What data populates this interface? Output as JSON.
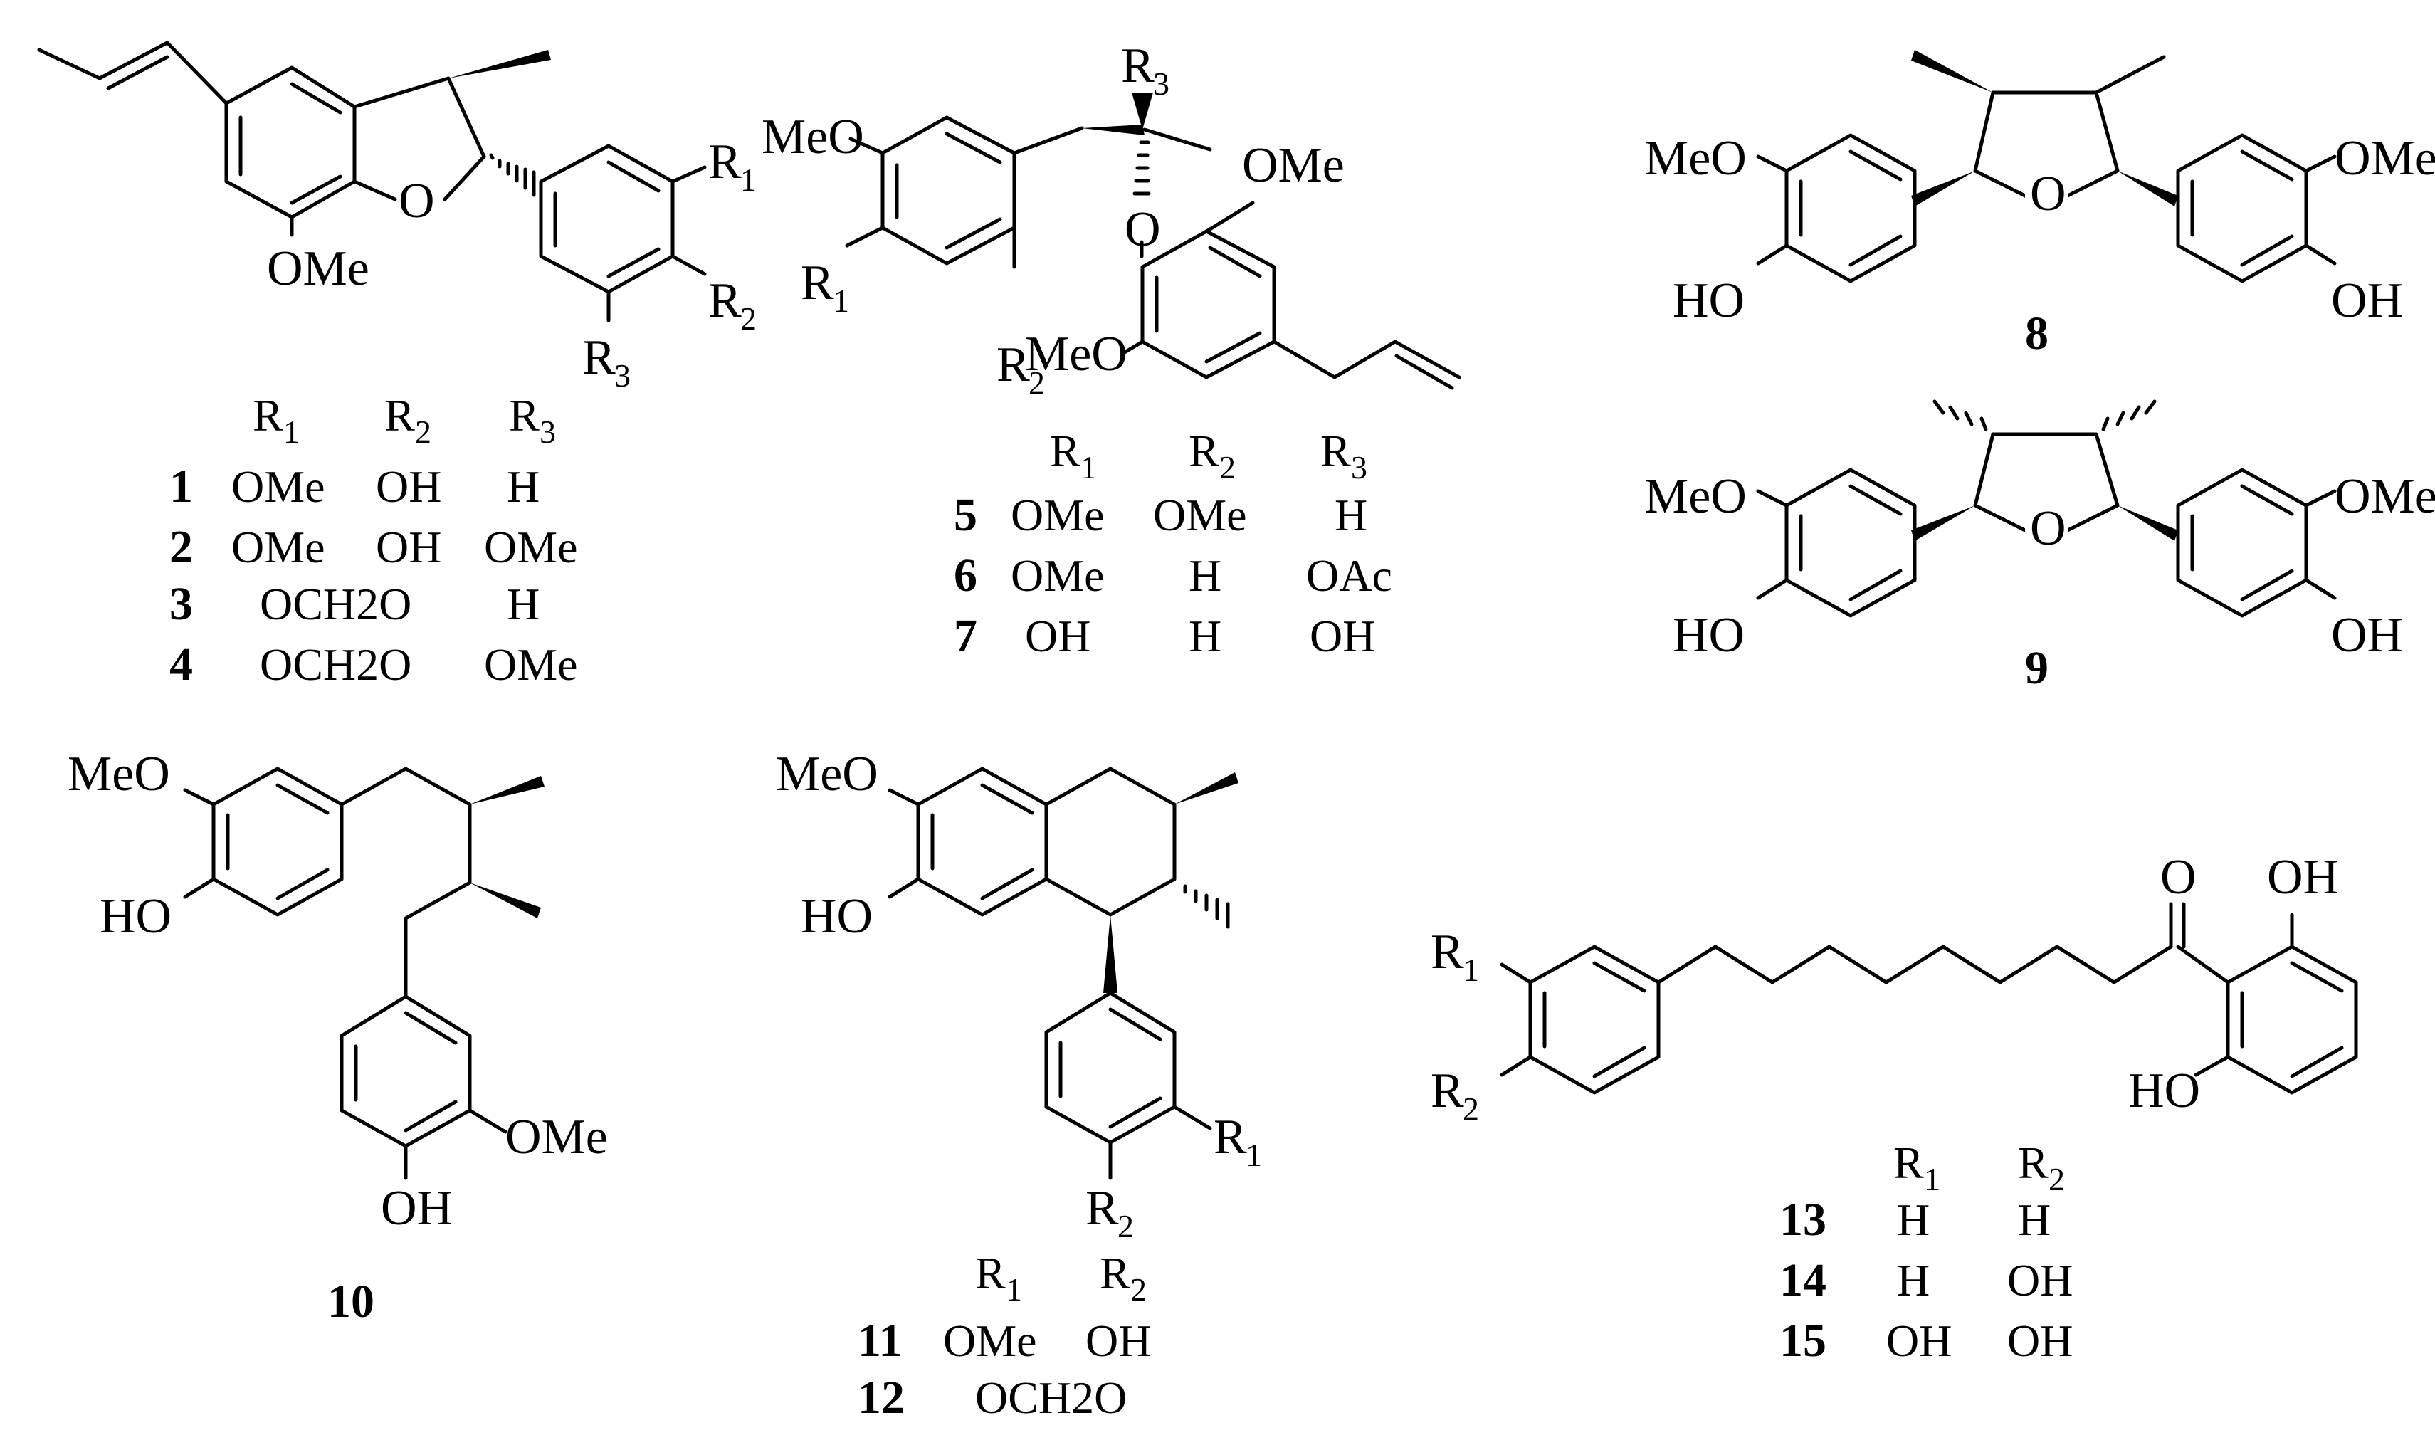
{
  "tables": {
    "t1": {
      "headers": [
        [
          "R",
          "1"
        ],
        [
          "R",
          "2"
        ],
        [
          "R",
          "3"
        ]
      ],
      "rows": [
        {
          "num": "1",
          "cells": [
            "OMe",
            "OH",
            "H"
          ]
        },
        {
          "num": "2",
          "cells": [
            "OMe",
            "OH",
            "OMe"
          ]
        },
        {
          "num": "3",
          "cells": [
            "OCH2O",
            "H"
          ]
        },
        {
          "num": "4",
          "cells": [
            "OCH2O",
            "OMe"
          ]
        }
      ]
    },
    "t2": {
      "headers": [
        [
          "R",
          "1"
        ],
        [
          "R",
          "2"
        ],
        [
          "R",
          "3"
        ]
      ],
      "rows": [
        {
          "num": "5",
          "cells": [
            "OMe",
            "OMe",
            "H"
          ]
        },
        {
          "num": "6",
          "cells": [
            "OMe",
            "H",
            "OAc"
          ]
        },
        {
          "num": "7",
          "cells": [
            "OH",
            "H",
            "OH"
          ]
        }
      ]
    },
    "t3": {
      "headers": [
        [
          "R",
          "1"
        ],
        [
          "R",
          "2"
        ]
      ],
      "rows": [
        {
          "num": "11",
          "cells": [
            "OMe",
            "OH"
          ]
        },
        {
          "num": "12",
          "cells": [
            "OCH2O"
          ]
        }
      ]
    },
    "t4": {
      "headers": [
        [
          "R",
          "1"
        ],
        [
          "R",
          "2"
        ]
      ],
      "rows": [
        {
          "num": "13",
          "cells": [
            "H",
            "H"
          ]
        },
        {
          "num": "14",
          "cells": [
            "H",
            "OH"
          ]
        },
        {
          "num": "15",
          "cells": [
            "OH",
            "OH"
          ]
        }
      ]
    }
  },
  "compounds": {
    "c8": "8",
    "c9": "9",
    "c10": "10"
  },
  "atoms": {
    "s1": {
      "o_ring": "O",
      "ome": "OMe",
      "r1": [
        "R",
        "1"
      ],
      "r2": [
        "R",
        "2"
      ],
      "r3": [
        "R",
        "3"
      ]
    },
    "s5": {
      "meo_top": "MeO",
      "r1": [
        "R",
        "1"
      ],
      "r2": [
        "R",
        "2"
      ],
      "r3": [
        "R",
        "3"
      ],
      "o_ether": "O",
      "ome_right": "OMe",
      "meo_bottom": "MeO"
    },
    "s8": {
      "meo": "MeO",
      "ho": "HO",
      "o": "O",
      "ome": "OMe",
      "oh": "OH"
    },
    "s9": {
      "meo": "MeO",
      "ho": "HO",
      "o": "O",
      "ome": "OMe",
      "oh": "OH"
    },
    "s10": {
      "meo": "MeO",
      "ho": "HO",
      "ome": "OMe",
      "oh": "OH"
    },
    "s11": {
      "meo": "MeO",
      "ho": "HO",
      "r1": [
        "R",
        "1"
      ],
      "r2": [
        "R",
        "2"
      ]
    },
    "s13": {
      "r1": [
        "R",
        "1"
      ],
      "r2": [
        "R",
        "2"
      ],
      "o": "O",
      "oh_top": "OH",
      "ho_bottom": "HO"
    }
  }
}
